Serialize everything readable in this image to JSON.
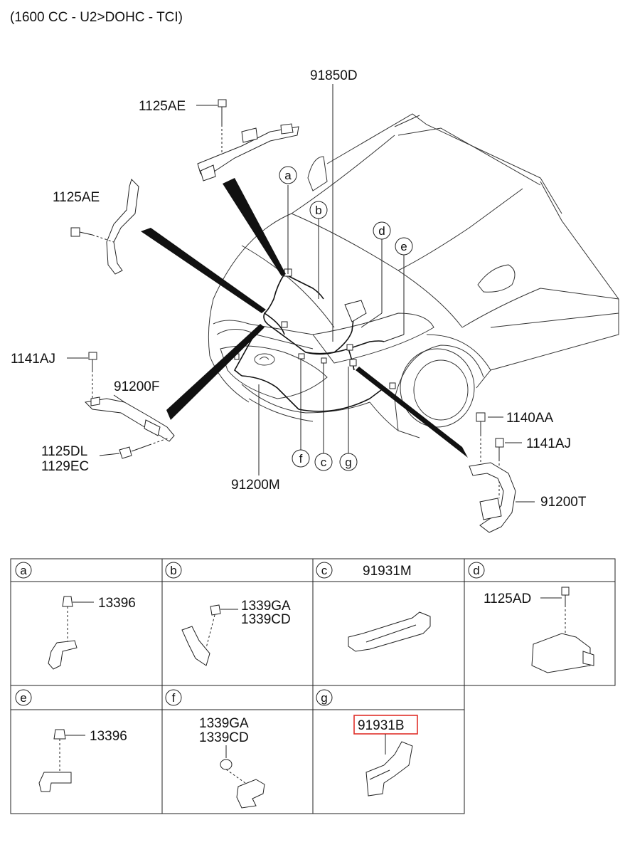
{
  "header": {
    "engine_spec": "(1600 CC - U2>DOHC - TCI)"
  },
  "main_labels": {
    "p91850D": "91850D",
    "p1125AE_top": "1125AE",
    "p1125AE_left": "1125AE",
    "p1141AJ_left": "1141AJ",
    "p91200F": "91200F",
    "p1125DL": "1125DL",
    "p1129EC": "1129EC",
    "p91200M": "91200M",
    "p1140AA": "1140AA",
    "p1141AJ_right": "1141AJ",
    "p91200T": "91200T"
  },
  "callouts": {
    "a": "a",
    "b": "b",
    "c": "c",
    "d": "d",
    "e": "e",
    "f": "f",
    "g": "g"
  },
  "detail_table": {
    "cells": [
      {
        "letter": "a",
        "header_part": "",
        "parts": [
          "13396"
        ]
      },
      {
        "letter": "b",
        "header_part": "",
        "parts": [
          "1339GA",
          "1339CD"
        ]
      },
      {
        "letter": "c",
        "header_part": "91931M",
        "parts": []
      },
      {
        "letter": "d",
        "header_part": "",
        "parts": [
          "1125AD"
        ]
      },
      {
        "letter": "e",
        "header_part": "",
        "parts": [
          "13396"
        ]
      },
      {
        "letter": "f",
        "header_part": "",
        "parts": [
          "1339GA",
          "1339CD"
        ]
      },
      {
        "letter": "g",
        "header_part": "",
        "parts": [
          "91931B"
        ]
      }
    ],
    "highlight_color": "#e0302a"
  }
}
